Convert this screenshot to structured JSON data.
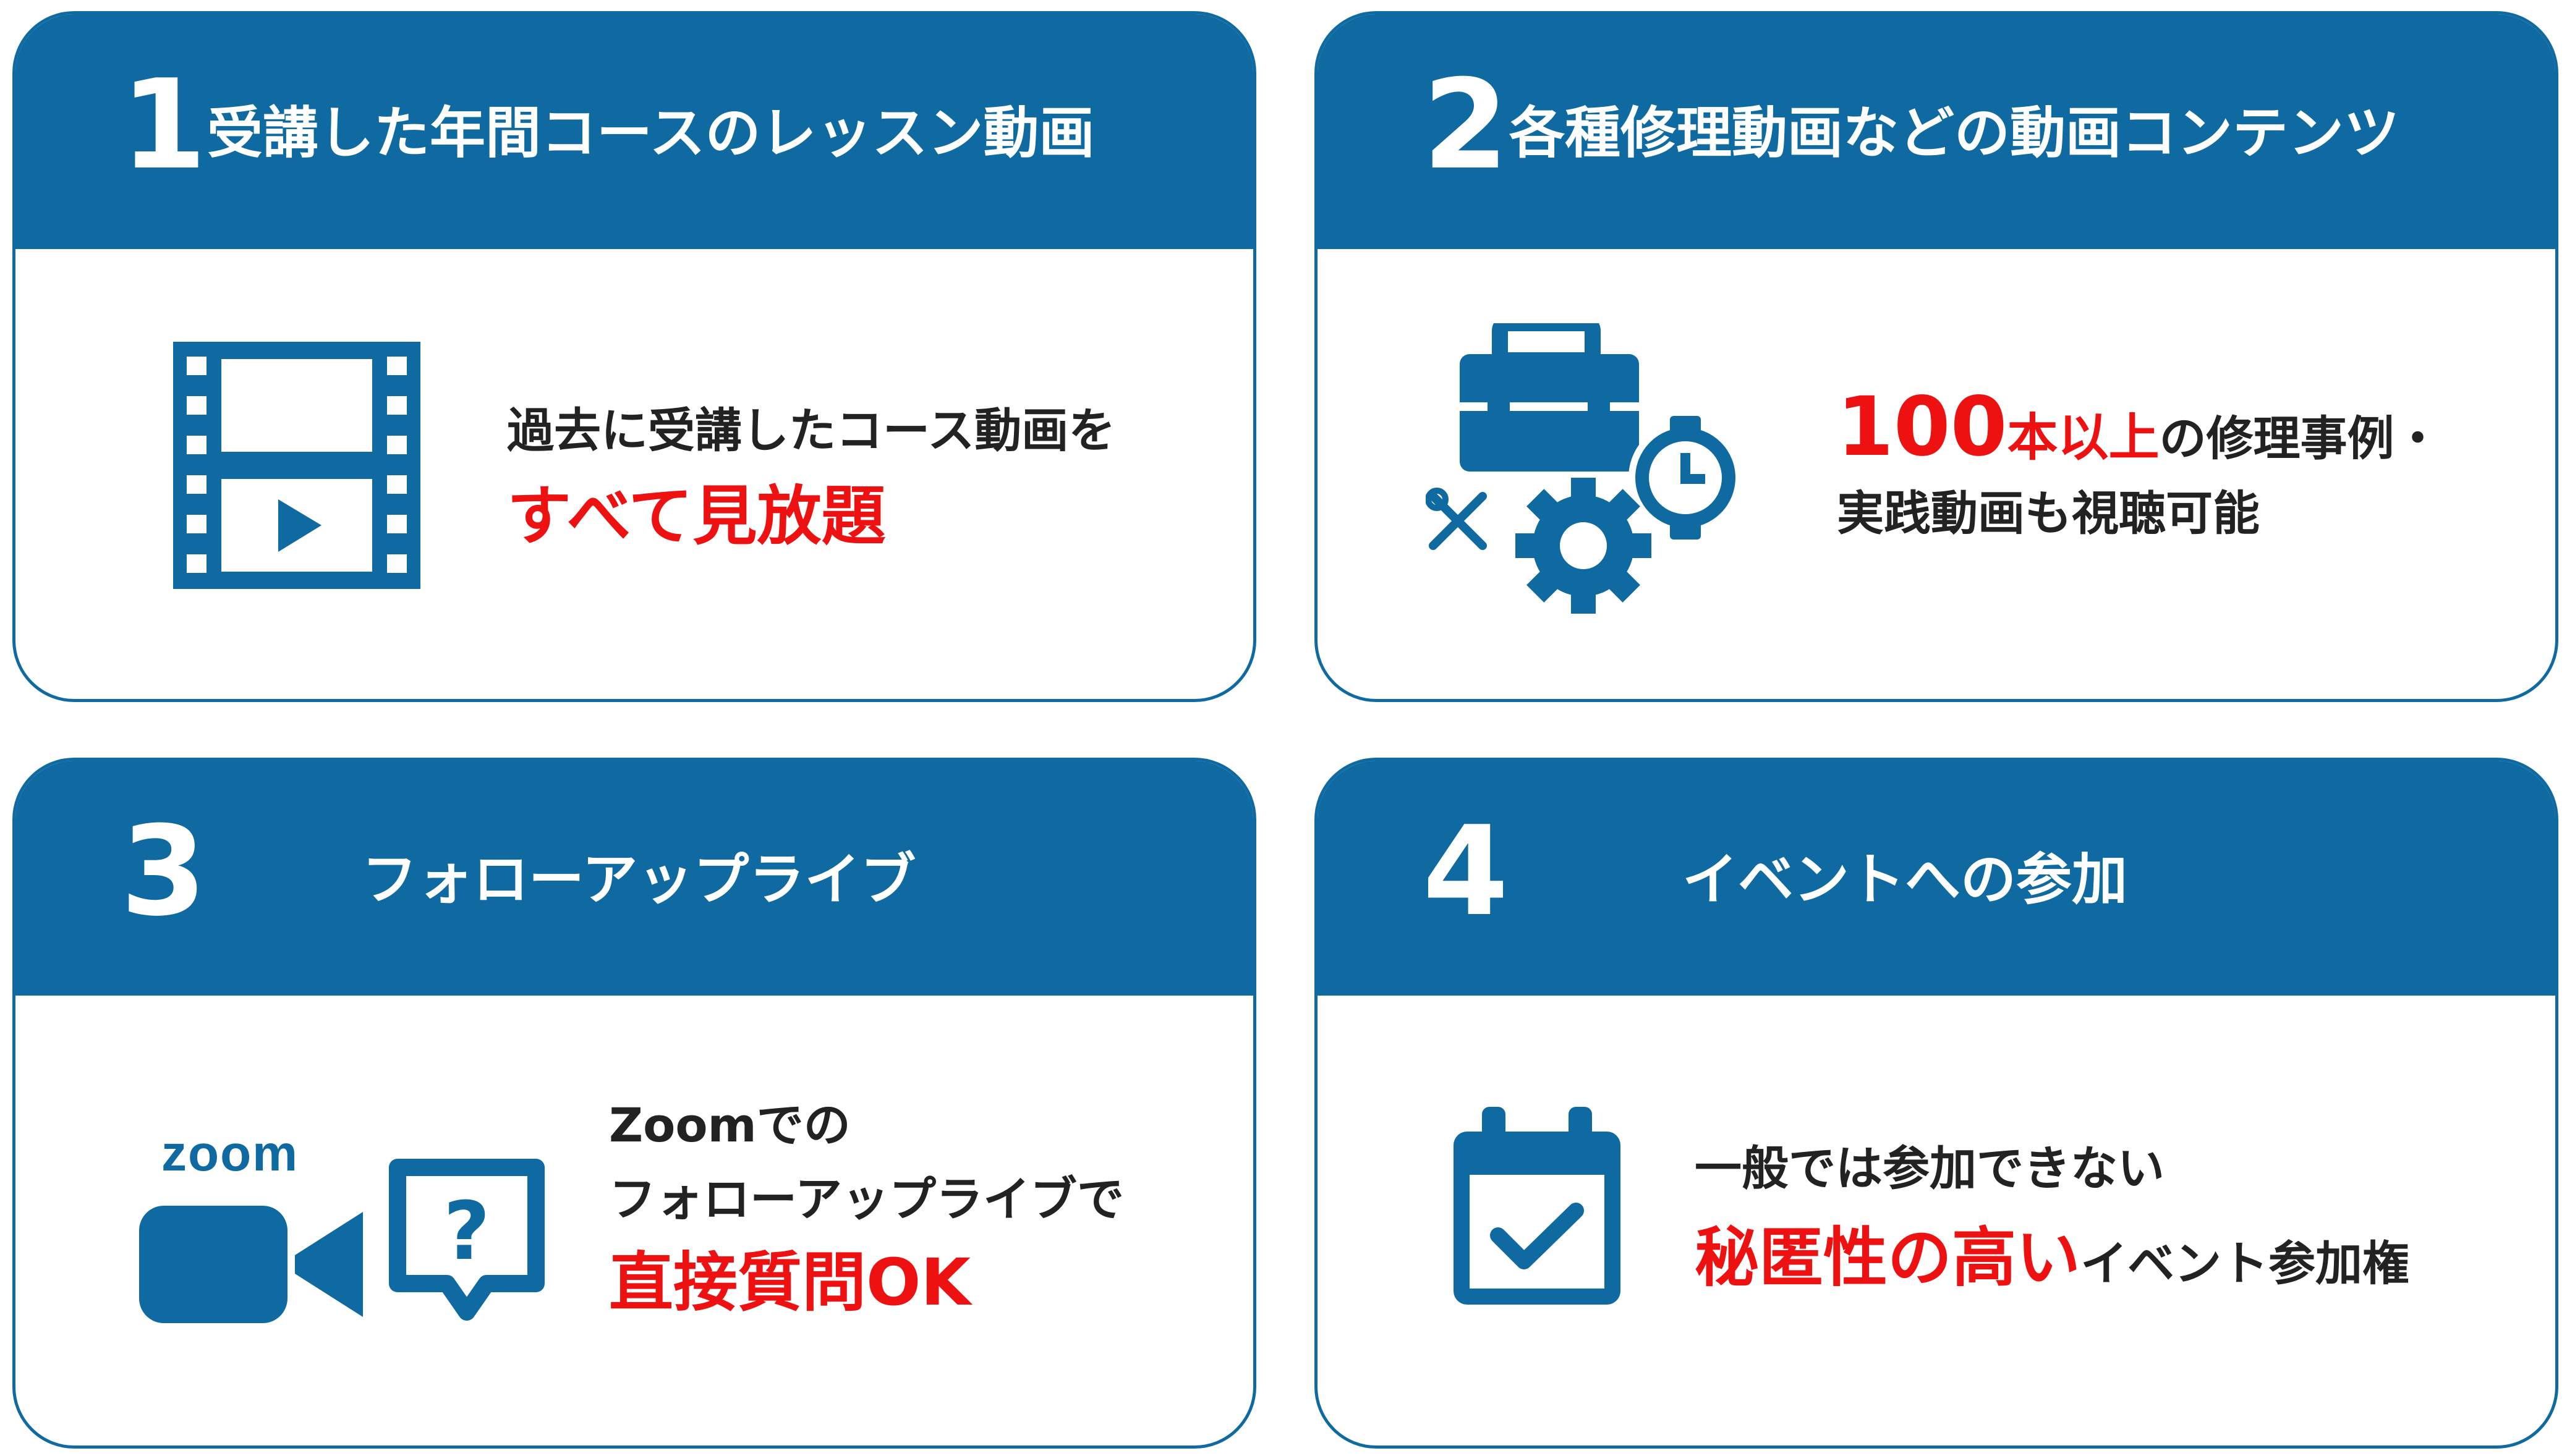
{
  "colors": {
    "brand": "#0e6aa0",
    "accent": "#ee1111",
    "text": "#222222",
    "background": "#ffffff"
  },
  "cards": [
    {
      "number": "1",
      "title": "受講した年間コースのレッスン動画",
      "line1": "過去に受講したコース動画を",
      "highlight": "すべて見放題",
      "icon": "film-strip-play-icon"
    },
    {
      "number": "2",
      "title": "各種修理動画などの動画コンテンツ",
      "highlight_number": "100",
      "highlight_unit": "本以上",
      "line1_rest": "の修理事例・",
      "line2": "実践動画も視聴可能",
      "icon": "toolbox-gear-clock-icon"
    },
    {
      "number": "3",
      "title": "フォローアップライブ",
      "line1": "Zoomでの",
      "line2": "フォローアップライブで",
      "highlight": "直接質問OK",
      "zoom_logo": "zoom",
      "icon": "zoom-video-question-icon"
    },
    {
      "number": "4",
      "title": "イベントへの参加",
      "line1": "一般では参加できない",
      "highlight": "秘匿性の高い",
      "line2_rest": "イベント参加権",
      "icon": "calendar-check-icon"
    }
  ]
}
